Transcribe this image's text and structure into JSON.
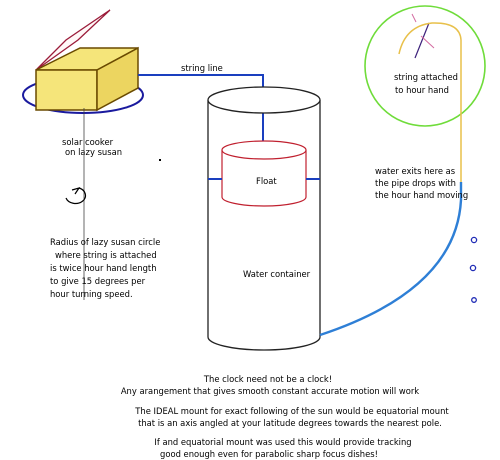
{
  "labels": {
    "string_line": "string line",
    "solar_cooker_line1": "solar cooker",
    "solar_cooker_line2": "on lazy susan",
    "string_attached_line1": "string attached",
    "string_attached_line2": "to hour hand",
    "float": "Float",
    "water_container": "Water container",
    "water_exits_line1": "water exits here as",
    "water_exits_line2": "the pipe drops with",
    "water_exits_line3": "the hour hand moving"
  },
  "radius_note": {
    "lines": [
      "Radius of lazy susan circle",
      "where string is attached",
      "is twice hour hand length",
      "to give 15 degrees per",
      "hour turning speed."
    ]
  },
  "notes": {
    "line1": "The clock need not be a clock!",
    "line2": "Any arangement that gives smooth constant accurate motion will work",
    "line3": "The IDEAL mount for exact following of the sun would be equatorial mount",
    "line4": "that is an axis angled at your latitude degrees towards the nearest pole.",
    "line5": "If  and equatorial mount was used this would provide tracking",
    "line6": "good enough even for parabolic sharp focus dishes!"
  },
  "colors": {
    "cooker_fill": "#f5e57a",
    "cooker_stroke": "#6a4a00",
    "lid_stroke": "#9b1c3a",
    "lazy_susan": "#1a1a9e",
    "string": "#1a3fbf",
    "float": "#c0202f",
    "clock_ring": "#6fdc3a",
    "hour_string": "#e8c04a",
    "pipe": "#2e7fd6",
    "drops": "#1f2bb5"
  }
}
